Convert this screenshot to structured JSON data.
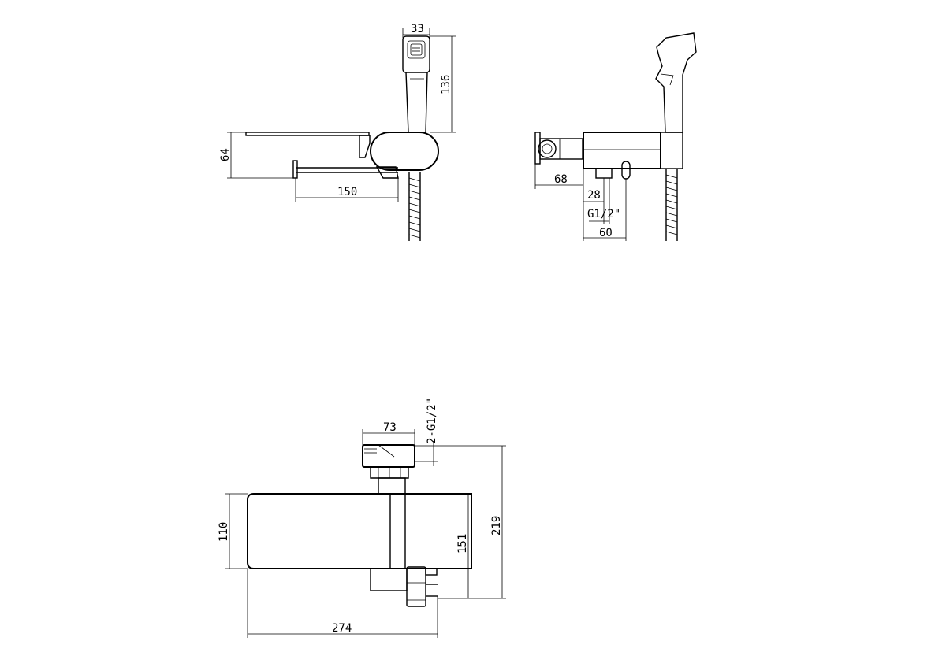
{
  "side_view": {
    "dim_width_top": "33",
    "dim_height_handle": "136",
    "dim_height_body": "64",
    "dim_length_shelf": "150"
  },
  "front_view": {
    "dim_offset": "68",
    "dim_outlet": "28",
    "dim_thread": "G1/2\"",
    "dim_spacing": "60"
  },
  "top_view": {
    "dim_mount_width": "73",
    "dim_thread": "2-G1/2\"",
    "dim_shelf_depth": "110",
    "dim_depth_a": "151",
    "dim_depth_b": "219",
    "dim_total_length": "274"
  }
}
